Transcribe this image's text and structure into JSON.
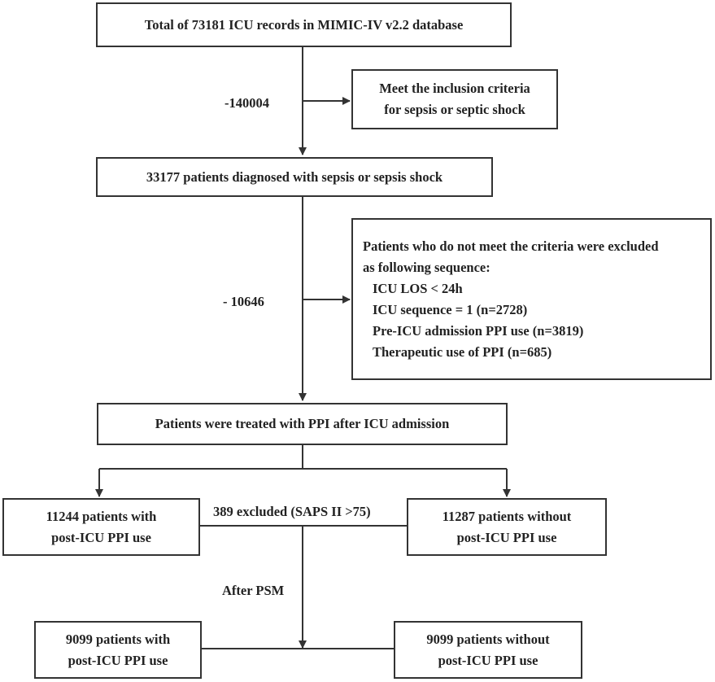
{
  "box_total": "Total of 73181 ICU records in MIMIC-IV v2.2 database",
  "label_minus1": "-140004",
  "box_inclusion": [
    "Meet the inclusion criteria",
    "for sepsis or septic shock"
  ],
  "box_sepsis": "33177 patients diagnosed with sepsis or sepsis shock",
  "label_minus2": "- 10646",
  "box_exclusion": {
    "heading": [
      "Patients who do not meet the criteria were excluded",
      "as following sequence:"
    ],
    "items": [
      "ICU LOS < 24h",
      "ICU sequence = 1 (n=2728)",
      "Pre-ICU admission PPI use (n=3819)",
      "Therapeutic use of PPI (n=685)"
    ]
  },
  "box_treated": "Patients were treated with PPI after ICU admission",
  "box_with": [
    "11244 patients with",
    "post-ICU PPI use"
  ],
  "box_without": [
    "11287 patients without",
    "post-ICU PPI use"
  ],
  "label_excluded": "389 excluded (SAPS II >75)",
  "label_psm": "After PSM",
  "box_with_psm": [
    "9099 patients with",
    "post-ICU PPI use"
  ],
  "box_without_psm": [
    "9099 patients without",
    "post-ICU PPI use"
  ]
}
